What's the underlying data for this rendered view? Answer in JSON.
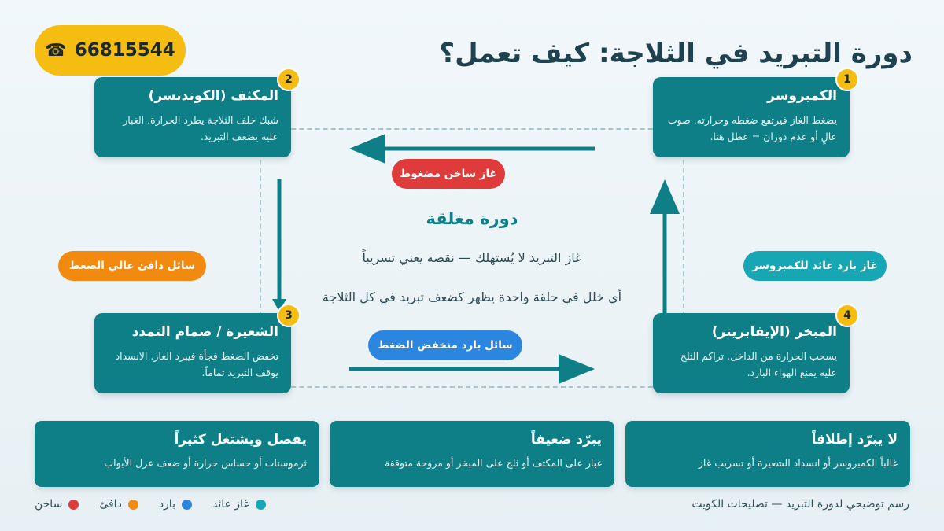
{
  "title": "دورة التبريد في الثلاجة: كيف تعمل؟",
  "phone": {
    "icon": "phone-icon",
    "number": "66815544"
  },
  "stages": [
    {
      "number": "1",
      "title": "الكمبروسر",
      "desc": "يضغط الغاز فيرتفع ضغطه وحرارته. صوت عالٍ أو عدم دوران = عطل هنا."
    },
    {
      "number": "2",
      "title": "المكثف (الكوندنسر)",
      "desc": "شبك خلف الثلاجة يطرد الحرارة. الغبار عليه يضعف التبريد."
    },
    {
      "number": "3",
      "title": "الشعيرة / صمام التمدد",
      "desc": "تخفض الضغط فجأة فيبرد الغاز. الانسداد يوقف التبريد تماماً."
    },
    {
      "number": "4",
      "title": "المبخر (الإيفابريتر)",
      "desc": "يسحب الحرارة من الداخل. تراكم الثلج عليه يمنع الهواء البارد."
    }
  ],
  "flows": {
    "hot": "غاز ساخن مضغوط",
    "warm": "سائل دافئ عالي الضغط",
    "cold": "سائل بارد منخفض الضغط",
    "return": "غاز بارد عائد للكمبروسر"
  },
  "center": {
    "heading": "دورة مغلقة",
    "line1": "غاز التبريد لا يُستهلك — نقصه يعني تسريباً",
    "line2": "أي خلل في حلقة واحدة يظهر كضعف تبريد في كل الثلاجة"
  },
  "faults": [
    {
      "title": "لا يبرّد إطلاقاً",
      "desc": "غالباً الكمبروسر أو انسداد الشعيرة أو تسريب غاز"
    },
    {
      "title": "يبرّد ضعيفاً",
      "desc": "غبار على المكثف أو ثلج على المبخر أو مروحة متوقفة"
    },
    {
      "title": "يفصل ويشتغل كثيراً",
      "desc": "ثرموستات أو حساس حرارة أو ضعف عزل الأبواب"
    }
  ],
  "footer_note": "رسم توضيحي لدورة التبريد — تصليحات الكويت",
  "legend": [
    {
      "label": "ساخن",
      "color": "#e03b3b"
    },
    {
      "label": "دافئ",
      "color": "#f28a0f"
    },
    {
      "label": "بارد",
      "color": "#2b86e0"
    },
    {
      "label": "غاز عائد",
      "color": "#17a6b4"
    }
  ],
  "colors": {
    "accent": "#0e7f86",
    "badge": "#f5bd12",
    "hot": "#e03b3b",
    "warm": "#f28a0f",
    "cold": "#2b86e0",
    "return": "#17a6b4"
  }
}
